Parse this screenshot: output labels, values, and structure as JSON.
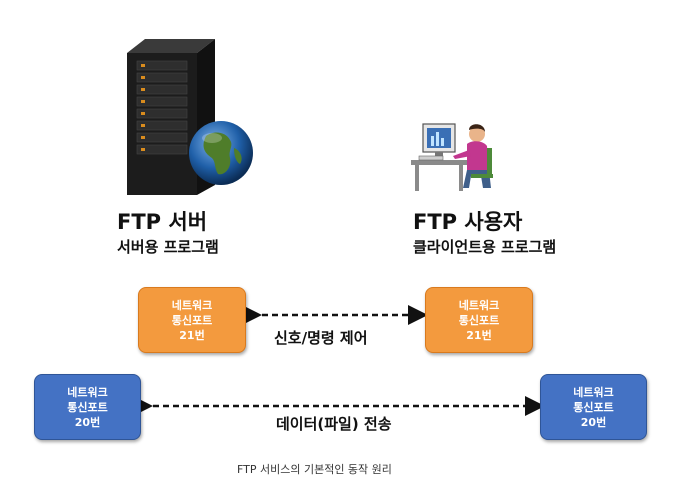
{
  "server": {
    "title": "FTP 서버",
    "subtitle": "서버용 프로그램"
  },
  "client": {
    "title": "FTP 사용자",
    "subtitle": "클라이언트용 프로그램"
  },
  "ports": {
    "server_control": {
      "line1": "네트워크",
      "line2": "통신포트",
      "line3": "21번",
      "color": "#f39a3e"
    },
    "client_control": {
      "line1": "네트워크",
      "line2": "통신포트",
      "line3": "21번",
      "color": "#f39a3e"
    },
    "server_data": {
      "line1": "네트워크",
      "line2": "통신포트",
      "line3": "20번",
      "color": "#4472c4"
    },
    "client_data": {
      "line1": "네트워크",
      "line2": "통신포트",
      "line3": "20번",
      "color": "#4472c4"
    }
  },
  "connections": {
    "control_label": "신호/명령 제어",
    "data_label": "데이터(파일) 전송"
  },
  "caption": "FTP 서비스의 기본적인 동작 원리",
  "icons": {
    "server": "server-tower-icon",
    "globe": "globe-icon",
    "user": "computer-user-icon"
  }
}
